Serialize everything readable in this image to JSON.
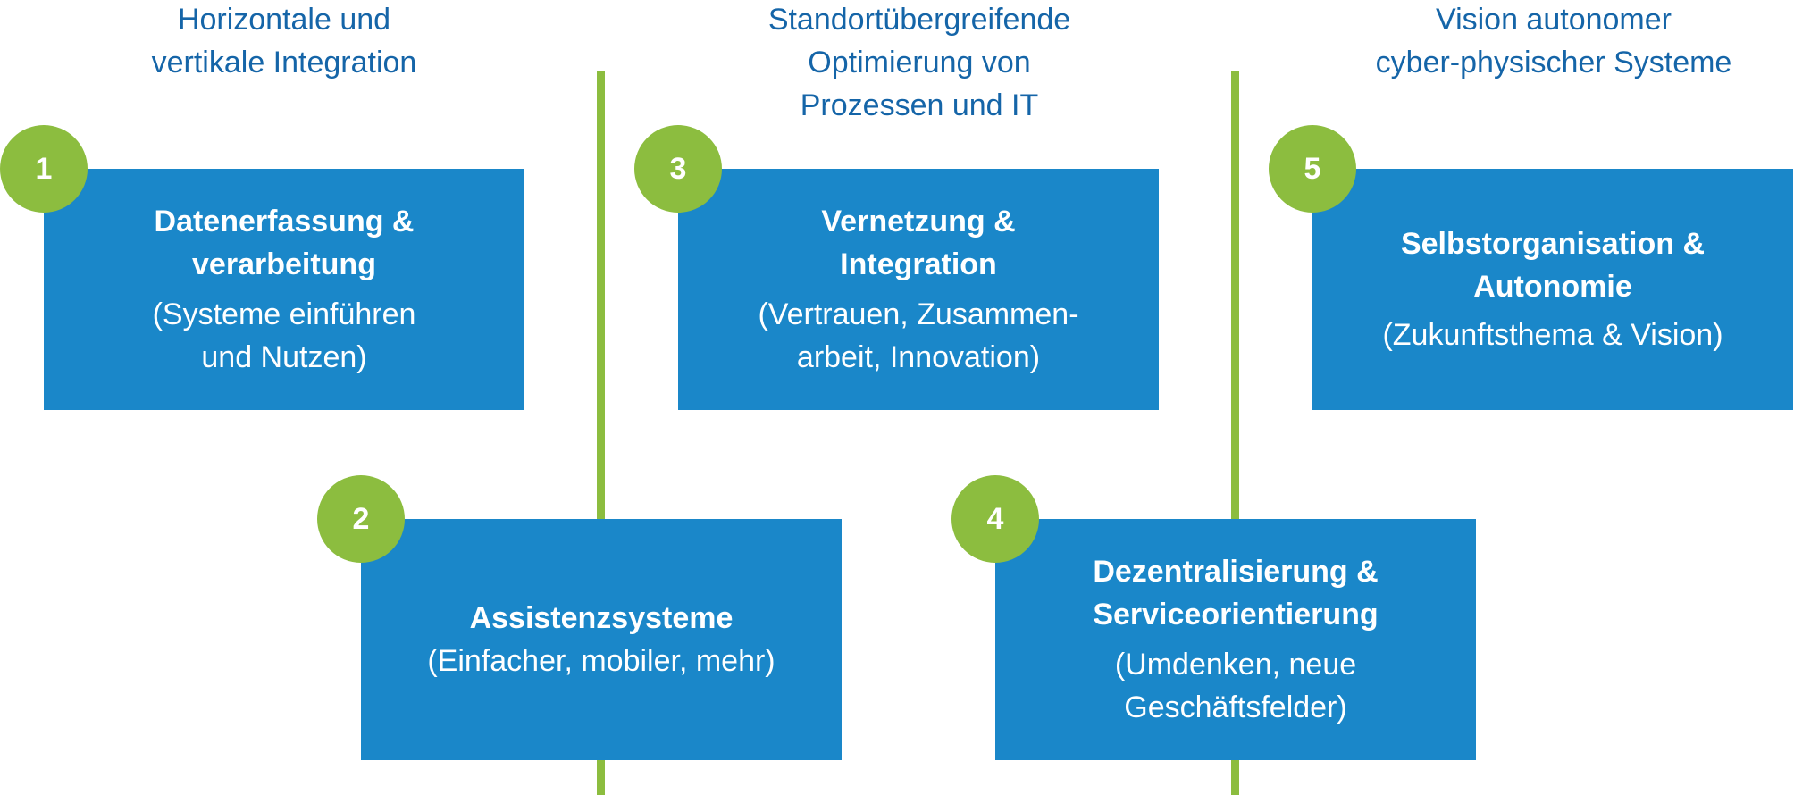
{
  "headers": [
    "Horizontale und\nvertikale Integration",
    "Standortübergreifende\nOptimierung von\nProzessen und IT",
    "Vision autonomer\ncyber-physischer Systeme"
  ],
  "steps": [
    {
      "number": "1",
      "title": "Datenerfassung &\nverarbeitung",
      "subtitle": "(Systeme einführen\nund Nutzen)"
    },
    {
      "number": "2",
      "title": "Assistenzsysteme",
      "subtitle": "(Einfacher, mobiler, mehr)"
    },
    {
      "number": "3",
      "title": "Vernetzung &\nIntegration",
      "subtitle": "(Vertrauen, Zusammen-\narbeit, Innovation)"
    },
    {
      "number": "4",
      "title": "Dezentralisierung &\nServiceorientierung",
      "subtitle": "(Umdenken, neue\nGeschäftsfelder)"
    },
    {
      "number": "5",
      "title": "Selbstorganisation &\nAutonomie",
      "subtitle": "(Zukunftsthema & Vision)"
    }
  ],
  "colors": {
    "box": "#1a87c9",
    "badge": "#8cbd3f",
    "divider": "#8cbd3f",
    "header_text": "#1565a8"
  }
}
